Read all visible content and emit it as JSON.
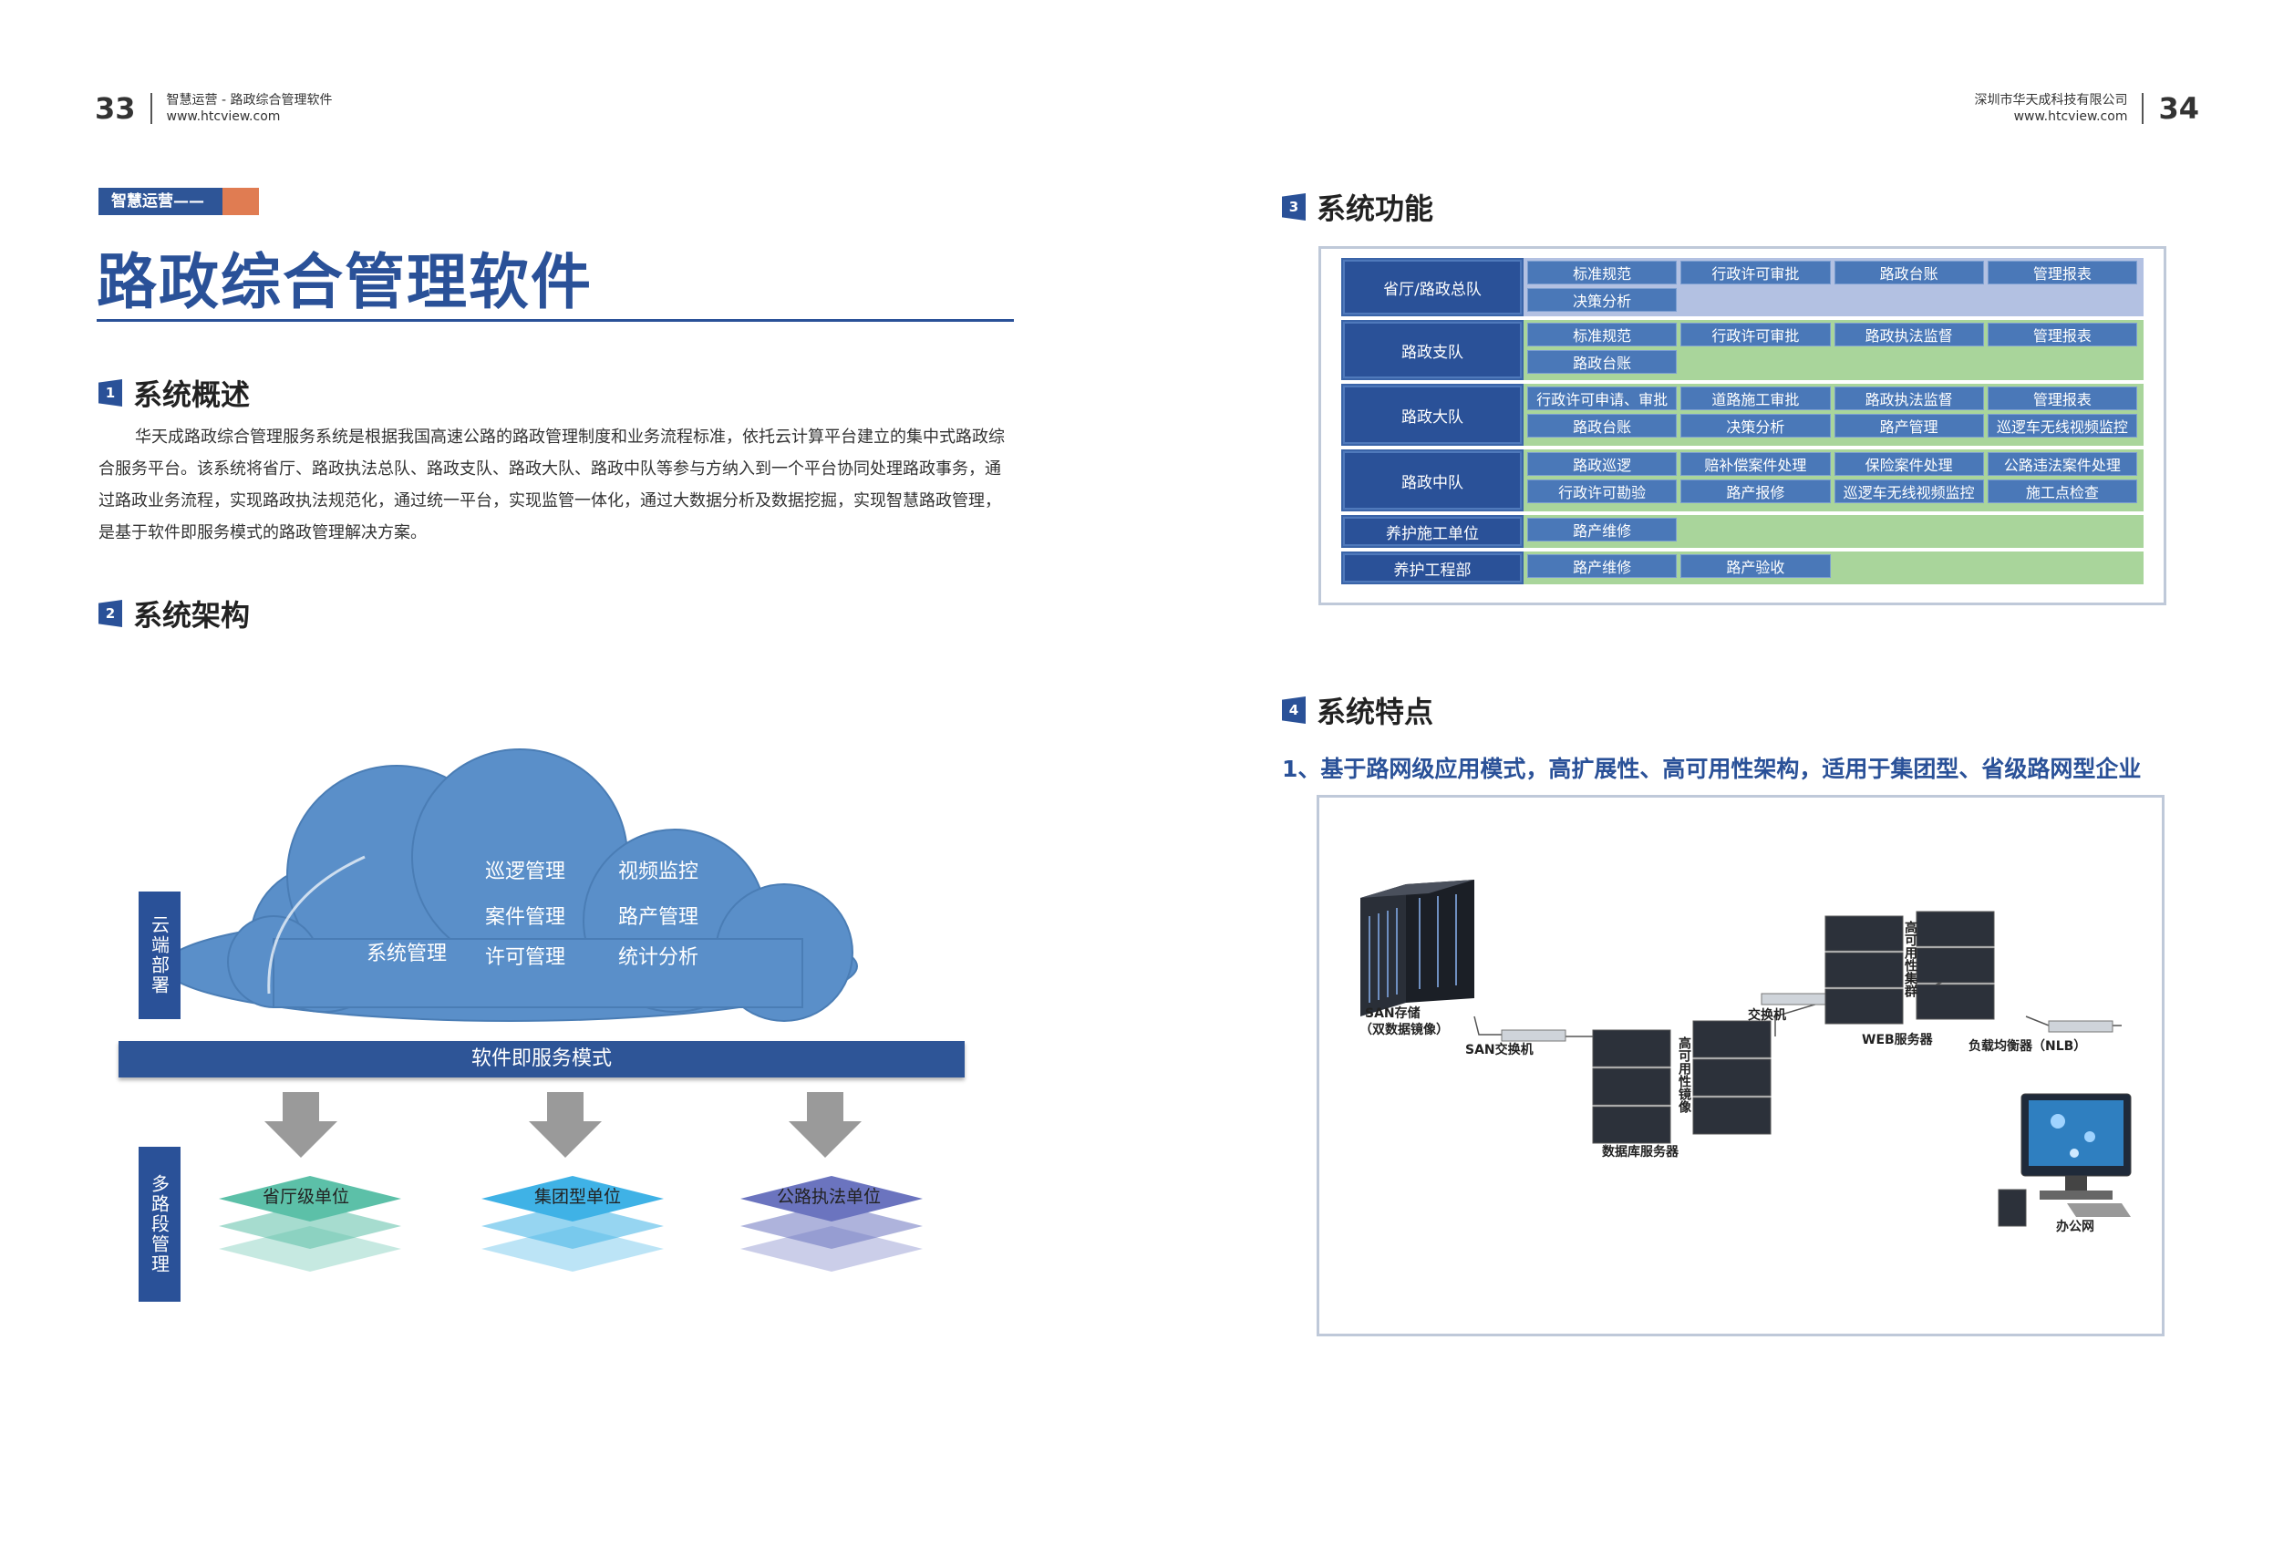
{
  "header_left": {
    "page": "33",
    "title": "智慧运营 - 路政综合管理软件",
    "url": "www.htcview.com"
  },
  "header_right": {
    "page": "34",
    "title": "深圳市华天成科技有限公司",
    "url": "www.htcview.com"
  },
  "tag": "智慧运营——",
  "main_title": "路政综合管理软件",
  "sections": {
    "s1": {
      "num": "1",
      "title": "系统概述"
    },
    "s2": {
      "num": "2",
      "title": "系统架构"
    },
    "s3": {
      "num": "3",
      "title": "系统功能"
    },
    "s4": {
      "num": "4",
      "title": "系统特点"
    }
  },
  "overview_text": "华天成路政综合管理服务系统是根据我国高速公路的路政管理制度和业务流程标准，依托云计算平台建立的集中式路政综合服务平台。该系统将省厅、路政执法总队、路政支队、路政大队、路政中队等参与方纳入到一个平台协同处理路政事务，通过路政业务流程，实现路政执法规范化，通过统一平台，实现监管一体化，通过大数据分析及数据挖掘，实现智慧路政管理，是基于软件即服务模式的路政管理解决方案。",
  "architecture": {
    "cloud_label": "云端部署",
    "multi_label": "多路段管理",
    "saas": "软件即服务模式",
    "cloud_items": [
      "巡逻管理",
      "视频监控",
      "案件管理",
      "路产管理",
      "系统管理",
      "许可管理",
      "统计分析"
    ],
    "layers": [
      "省厅级单位",
      "集团型单位",
      "公路执法单位"
    ],
    "colors": {
      "cloud": "#5a8fc9",
      "layer1": "#5cc0a8",
      "layer2": "#3fb2e6",
      "layer3": "#6b74bf"
    }
  },
  "functions": [
    {
      "label": "省厅/路政总队",
      "bg": "lav",
      "cells": [
        "标准规范",
        "行政许可审批",
        "路政台账",
        "管理报表",
        "决策分析"
      ]
    },
    {
      "label": "路政支队",
      "bg": "green",
      "cells": [
        "标准规范",
        "行政许可审批",
        "路政执法监督",
        "管理报表",
        "路政台账"
      ]
    },
    {
      "label": "路政大队",
      "bg": "green",
      "cells": [
        "行政许可申请、审批",
        "道路施工审批",
        "路政执法监督",
        "管理报表",
        "路政台账",
        "决策分析",
        "路产管理",
        "巡逻车无线视频监控"
      ]
    },
    {
      "label": "路政中队",
      "bg": "green",
      "cells": [
        "路政巡逻",
        "赔补偿案件处理",
        "保险案件处理",
        "公路违法案件处理",
        "行政许可勘验",
        "路产报修",
        "巡逻车无线视频监控",
        "施工点检查"
      ]
    },
    {
      "label": "养护施工单位",
      "bg": "green",
      "cells": [
        "路产维修"
      ]
    },
    {
      "label": "养护工程部",
      "bg": "green",
      "cells": [
        "路产维修",
        "路产验收"
      ]
    }
  ],
  "feature_line": "1、基于路网级应用模式，高扩展性、高可用性架构，适用于集团型、省级路网型企业",
  "network": {
    "san": "SAN存储",
    "san_sub": "（双数据镜像）",
    "san_switch": "SAN交换机",
    "db": "数据库服务器",
    "ha_mirror": "高可用性镜像",
    "switch": "交换机",
    "web": "WEB服务器",
    "ha_cluster": "高可用性集群",
    "nlb": "负载均衡器（NLB）",
    "office": "办公网"
  }
}
